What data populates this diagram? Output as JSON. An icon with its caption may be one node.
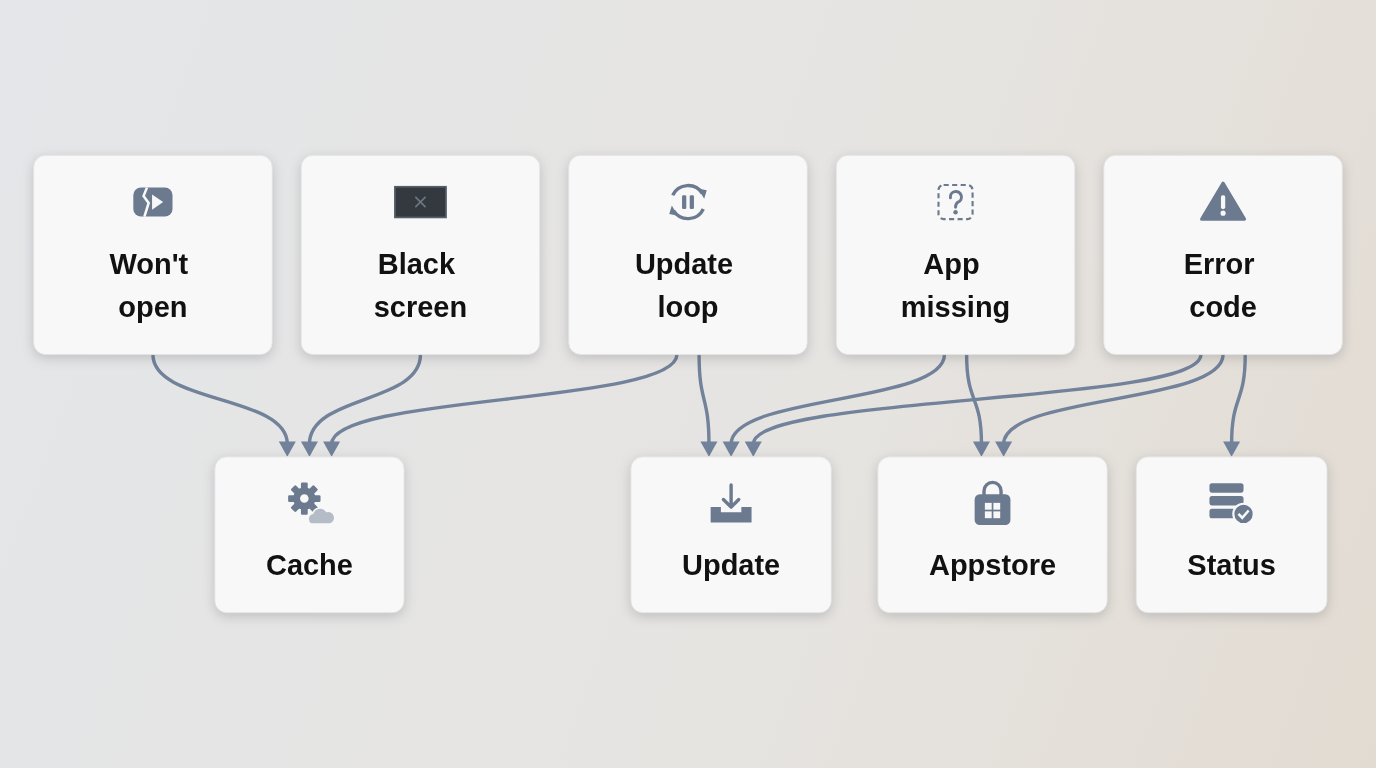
{
  "diagram": {
    "nodes": [
      {
        "text": [
          "Won't open"
        ]
      },
      {
        "text": [
          "Black screen"
        ]
      },
      {
        "text": [
          "Update loop"
        ]
      },
      {
        "text": [
          "App missing"
        ]
      },
      {
        "text": [
          "Error code"
        ]
      },
      {
        "text": [
          "Status"
        ]
      },
      {
        "text": [
          "Cache"
        ]
      },
      {
        "text": [
          "Update"
        ]
      },
      {
        "text": [
          "Appstore"
        ]
      }
    ],
    "edges": [
      {
        "from": 0,
        "to": 6,
        "arrow": "to"
      },
      {
        "from": 1,
        "to": 6,
        "arrow": "to"
      },
      {
        "from": 2,
        "to": 6,
        "arrow": "to"
      },
      {
        "from": 2,
        "to": 7,
        "arrow": "to"
      },
      {
        "from": 3,
        "to": 7,
        "arrow": "to"
      },
      {
        "from": 3,
        "to": 8,
        "arrow": "to"
      },
      {
        "from": 4,
        "to": 5,
        "arrow": "to"
      },
      {
        "from": 4,
        "to": 7,
        "arrow": "to"
      },
      {
        "from": 4,
        "to": 8,
        "arrow": "to"
      }
    ]
  }
}
